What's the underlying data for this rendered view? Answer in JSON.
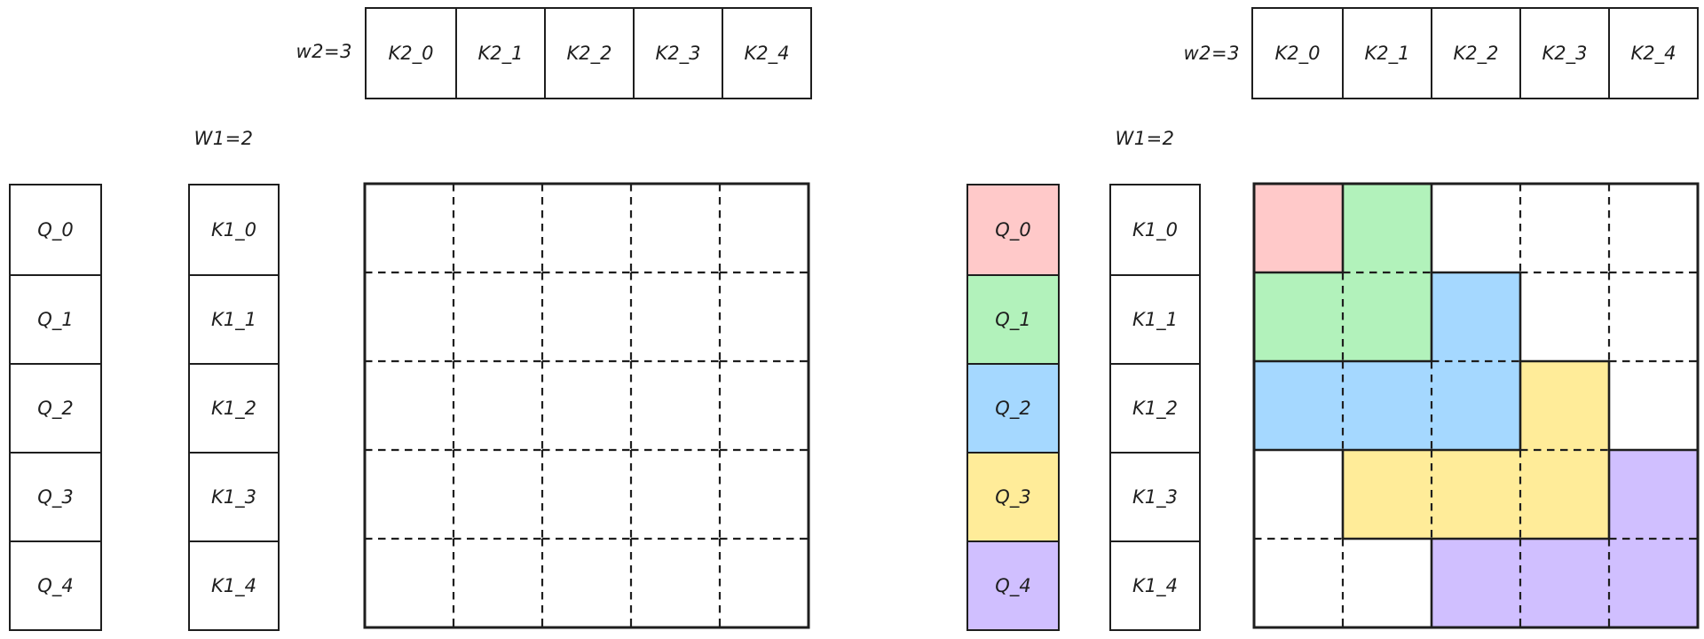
{
  "palette": {
    "stroke": "#1e1e1e",
    "colors": {
      "white": "#ffffff",
      "pink": "#ffc9c9",
      "green": "#b2f2bb",
      "blue": "#a5d8ff",
      "yellow": "#ffec99",
      "purple": "#d0bfff"
    }
  },
  "panels": [
    {
      "id": "left",
      "w2_label": "w2=3",
      "w1_label": "W1=2",
      "k2_cells": [
        {
          "label": "K2_0",
          "color": "white"
        },
        {
          "label": "K2_1",
          "color": "white"
        },
        {
          "label": "K2_2",
          "color": "white"
        },
        {
          "label": "K2_3",
          "color": "white"
        },
        {
          "label": "K2_4",
          "color": "white"
        }
      ],
      "q_cells": [
        {
          "label": "Q_0",
          "color": "white"
        },
        {
          "label": "Q_1",
          "color": "white"
        },
        {
          "label": "Q_2",
          "color": "white"
        },
        {
          "label": "Q_3",
          "color": "white"
        },
        {
          "label": "Q_4",
          "color": "white"
        }
      ],
      "k1_cells": [
        {
          "label": "K1_0",
          "color": "white"
        },
        {
          "label": "K1_1",
          "color": "white"
        },
        {
          "label": "K1_2",
          "color": "white"
        },
        {
          "label": "K1_3",
          "color": "white"
        },
        {
          "label": "K1_4",
          "color": "white"
        }
      ],
      "grid": [
        [
          "white",
          "white",
          "white",
          "white",
          "white"
        ],
        [
          "white",
          "white",
          "white",
          "white",
          "white"
        ],
        [
          "white",
          "white",
          "white",
          "white",
          "white"
        ],
        [
          "white",
          "white",
          "white",
          "white",
          "white"
        ],
        [
          "white",
          "white",
          "white",
          "white",
          "white"
        ]
      ]
    },
    {
      "id": "right",
      "w2_label": "w2=3",
      "w1_label": "W1=2",
      "k2_cells": [
        {
          "label": "K2_0",
          "color": "white"
        },
        {
          "label": "K2_1",
          "color": "white"
        },
        {
          "label": "K2_2",
          "color": "white"
        },
        {
          "label": "K2_3",
          "color": "white"
        },
        {
          "label": "K2_4",
          "color": "white"
        }
      ],
      "q_cells": [
        {
          "label": "Q_0",
          "color": "pink"
        },
        {
          "label": "Q_1",
          "color": "green"
        },
        {
          "label": "Q_2",
          "color": "blue"
        },
        {
          "label": "Q_3",
          "color": "yellow"
        },
        {
          "label": "Q_4",
          "color": "purple"
        }
      ],
      "k1_cells": [
        {
          "label": "K1_0",
          "color": "white"
        },
        {
          "label": "K1_1",
          "color": "white"
        },
        {
          "label": "K1_2",
          "color": "white"
        },
        {
          "label": "K1_3",
          "color": "white"
        },
        {
          "label": "K1_4",
          "color": "white"
        }
      ],
      "grid": [
        [
          "pink",
          "green",
          "white",
          "white",
          "white"
        ],
        [
          "green",
          "green",
          "blue",
          "white",
          "white"
        ],
        [
          "blue",
          "blue",
          "blue",
          "yellow",
          "white"
        ],
        [
          "white",
          "yellow",
          "yellow",
          "yellow",
          "purple"
        ],
        [
          "white",
          "white",
          "purple",
          "purple",
          "purple"
        ]
      ]
    }
  ]
}
